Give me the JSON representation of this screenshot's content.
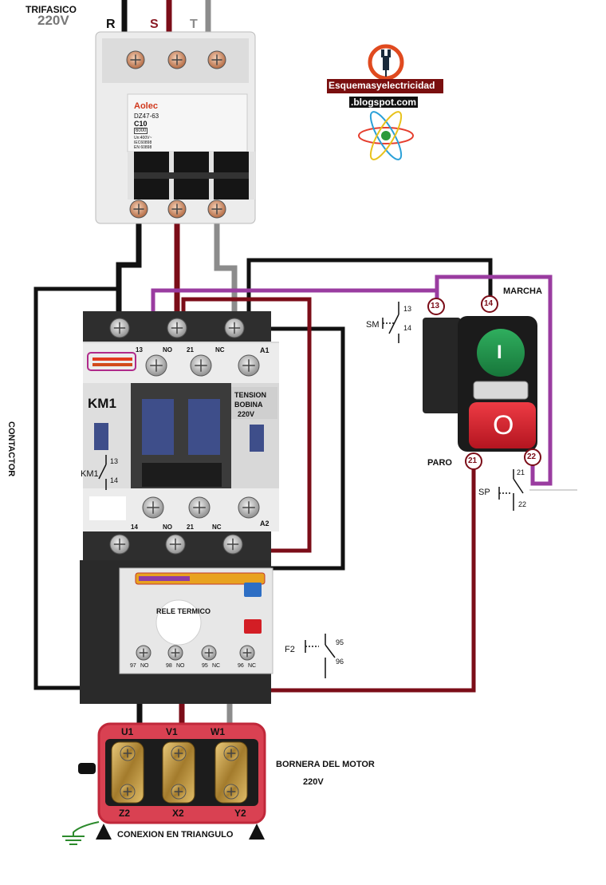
{
  "header": {
    "system": "TRIFASICO",
    "voltage": "220V"
  },
  "phases": [
    "R",
    "S",
    "T"
  ],
  "breaker": {
    "brand": "Aolec",
    "model": "DZ47-63",
    "rating": "C10",
    "capacity": "6000",
    "spec1": "Un:400V~",
    "spec2": "IEC60898",
    "spec3": "EN 60898"
  },
  "logo": {
    "line1": "Esquemasyelectricidad",
    "line2": ".blogspot.com"
  },
  "contactor": {
    "side_label": "CONTACTOR",
    "name": "KM1",
    "coil_label_1": "TENSION",
    "coil_label_2": "BOBINA",
    "coil_label_3": "220V",
    "top_terms": [
      "13",
      "NO",
      "21",
      "NC",
      "A1"
    ],
    "bottom_terms": [
      "14",
      "NO",
      "21",
      "NC",
      "A2"
    ],
    "aux_symbol": {
      "name": "KM1",
      "t1": "13",
      "t2": "14"
    }
  },
  "pushbutton": {
    "title": "MARCHA",
    "start_glyph": "I",
    "stop_glyph": "O",
    "stop_label": "PARO",
    "term_13": "13",
    "term_14": "14",
    "term_21": "21",
    "term_22": "22",
    "sm_symbol": {
      "name": "SM",
      "t1": "13",
      "t2": "14"
    },
    "sp_symbol": {
      "name": "SP",
      "t1": "21",
      "t2": "22"
    }
  },
  "relay": {
    "label": "RELE TERMICO",
    "terms": [
      "97",
      "NO",
      "98",
      "NO",
      "95",
      "NC",
      "96",
      "NC"
    ],
    "f2_symbol": {
      "name": "F2",
      "t1": "95",
      "t2": "96"
    }
  },
  "motor": {
    "top_terms": [
      "U1",
      "V1",
      "W1"
    ],
    "bottom_terms": [
      "Z2",
      "X2",
      "Y2"
    ],
    "title": "BORNERA DEL MOTOR",
    "voltage": "220V",
    "connection": "CONEXION EN TRIANGULO"
  },
  "colors": {
    "black_wire": "#111111",
    "red_wire": "#7b0d18",
    "grey_wire": "#8c8c8c",
    "purple_wire": "#9a3ca0",
    "start_green": "#1f8a46",
    "stop_red": "#d9202b",
    "motor_box": "#d94152"
  }
}
